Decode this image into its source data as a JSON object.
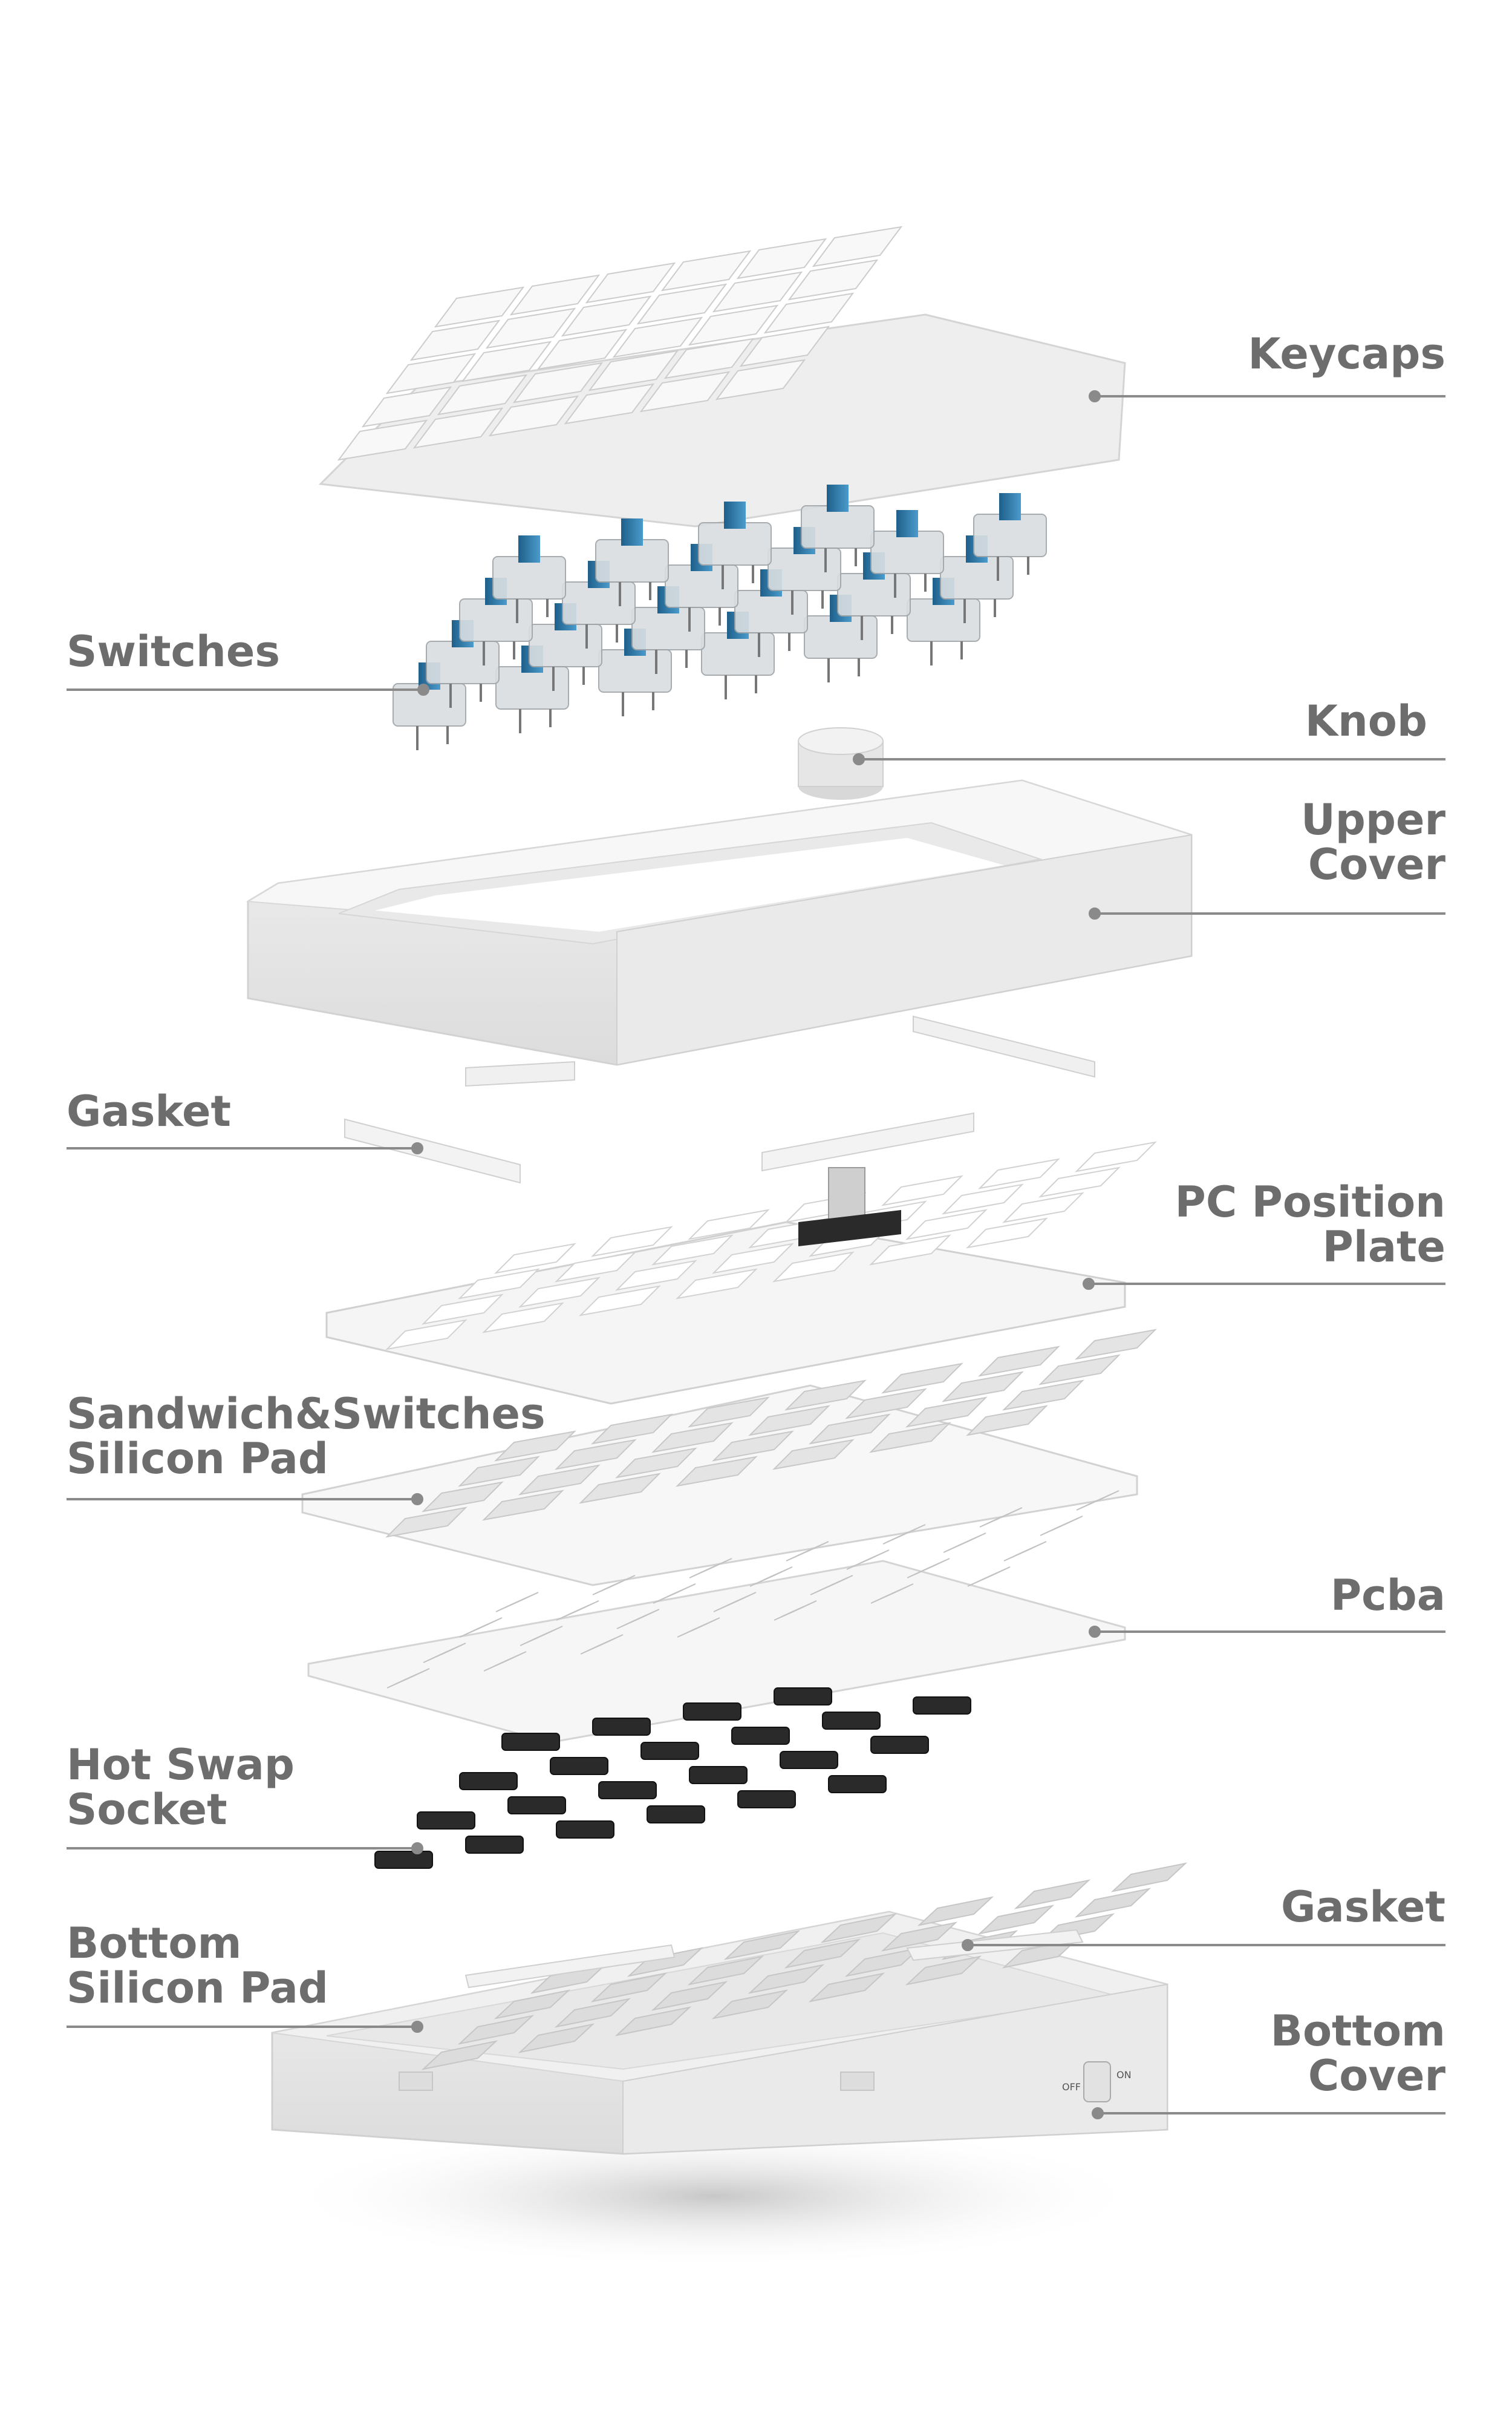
{
  "labels": {
    "keycaps": "Keycaps",
    "switches": "Switches",
    "knob": "Knob",
    "upper_cover": [
      "Upper",
      "Cover"
    ],
    "gasket_left": "Gasket",
    "pc_position_plate": [
      "PC Position",
      "Plate"
    ],
    "sandwich_pad": [
      "Sandwich&Switches",
      "Silicon Pad"
    ],
    "pcba": "Pcba",
    "hot_swap_socket": [
      "Hot Swap",
      "Socket"
    ],
    "gasket_right": "Gasket",
    "bottom_silicon_pad": [
      "Bottom",
      "Silicon Pad"
    ],
    "bottom_cover": [
      "Bottom",
      "Cover"
    ]
  },
  "switch_text": {
    "off": "OFF",
    "on": "ON"
  },
  "colors": {
    "label_text": "#6d6d6d",
    "leader_line": "#8a8a8a",
    "part_white": "#f3f3f3",
    "part_edge": "#d6d6d6",
    "switch_stem": "#2f7fb0",
    "socket": "#2a2a2a"
  }
}
